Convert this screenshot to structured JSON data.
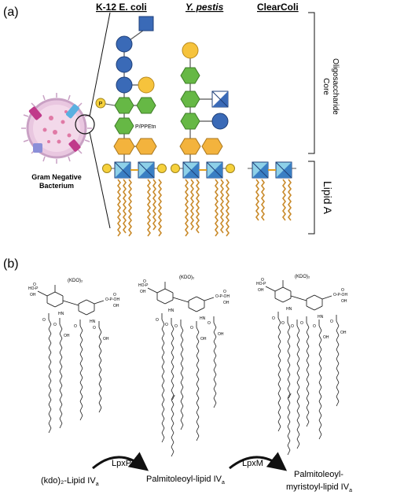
{
  "panel_a": {
    "label": "(a)",
    "strains": [
      "K-12 E. coli",
      "Y. pestis",
      "ClearColi"
    ],
    "bacterium_label": [
      "Gram Negative",
      "Bacterium"
    ],
    "phosphate_label": "P",
    "ppetn_label": "P/PPEtn",
    "core_label": [
      "Core",
      "Oligosaccharide"
    ],
    "lipid_label": "Lipid A",
    "colors": {
      "glucose_blue": "#3a6ab7",
      "heptose_green": "#66b845",
      "kdo_orange": "#f3b33d",
      "galactose_yellow": "#f6c33c",
      "glcn_cyan": "#8dd0e8",
      "acyl_chain": "#c98a2a"
    }
  },
  "panel_b": {
    "label": "(b)",
    "headgroup_label": "(KDO)₂",
    "enzymes": [
      "LpxP",
      "LpxM"
    ],
    "compounds": [
      {
        "name": "(kdo)₂-Lipid IV",
        "sub": "a"
      },
      {
        "name": "Palmitoleoyl-lipid IV",
        "sub": "a"
      },
      {
        "name_line1": "Palmitoleoyl-",
        "name_line2": "myristoyl-lipid IV",
        "sub": "a"
      }
    ]
  }
}
